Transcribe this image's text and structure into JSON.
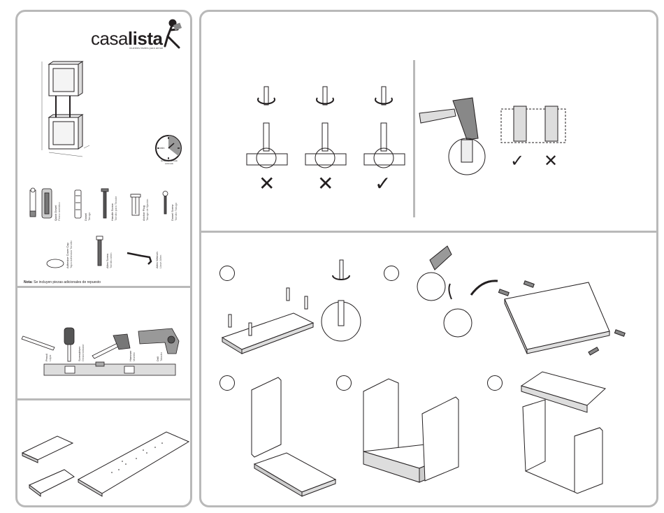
{
  "brand": {
    "name_light": "casa",
    "name_bold": "lista",
    "tagline": "muebles fáciles para armar"
  },
  "time_badge": {
    "minutes": "min",
    "caption": "tiempo de armado estimado"
  },
  "hardware": [
    {
      "name": "Quick Dowel",
      "sub": "Perno metálico"
    },
    {
      "name": "Dowel",
      "sub": "Tarugo"
    },
    {
      "name": "Handle Screw",
      "sub": "Tornillo para Tirador"
    },
    {
      "name": "Anchor Plug",
      "sub": "Tarugo de fijación"
    },
    {
      "name": "Dowel Screw",
      "sub": "Tornillo Tarugo"
    },
    {
      "name": "Adhesive Cover Cap",
      "sub": "Tapa Adhesiva Tornillo"
    },
    {
      "name": "Allen Screw",
      "sub": "Tornillo Allen"
    },
    {
      "name": "Allen Wrench",
      "sub": "Llave Allen"
    }
  ],
  "note": {
    "label": "Nota:",
    "text": "Se incluyen piezas adicionales de repuesto"
  },
  "tools": [
    {
      "name": "Pencil",
      "sub": "Lápiz"
    },
    {
      "name": "Screwdriver",
      "sub": "Destornillador"
    },
    {
      "name": "Hammer",
      "sub": "Martillo"
    },
    {
      "name": "Drill",
      "sub": "Taladro"
    }
  ],
  "marks": {
    "wrong": "✕",
    "right": "✓"
  }
}
